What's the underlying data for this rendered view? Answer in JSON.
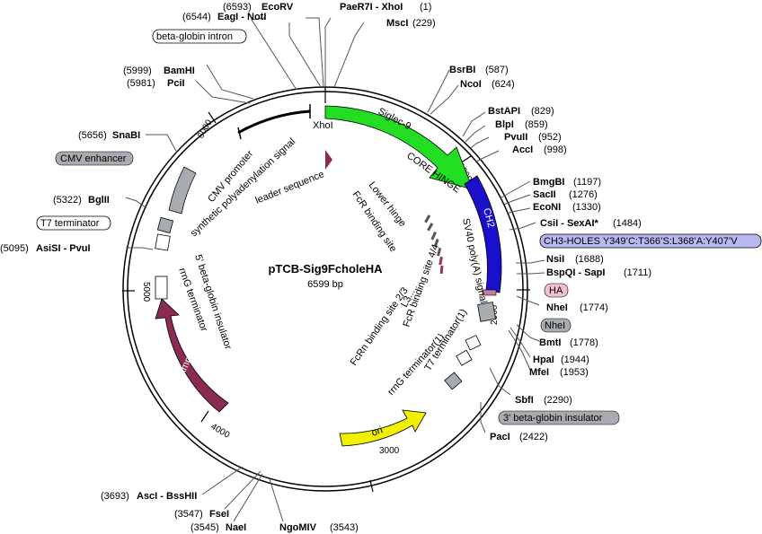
{
  "plasmid": {
    "name": "pTCB-Sig9FcholeHA",
    "size": "6599 bp"
  },
  "sites": {
    "ecorv": {
      "pos": "(6593)",
      "name": "EcoRV"
    },
    "paer7i": {
      "name": "PaeR7I - XhoI",
      "pos": "(1)"
    },
    "mscI": {
      "name": "MscI",
      "pos": "(229)"
    },
    "eagI": {
      "pos": "(6544)",
      "name": "EagI - NotI"
    },
    "bamhi": {
      "pos": "(5999)",
      "name": "BamHI"
    },
    "pcii": {
      "pos": "(5981)",
      "name": "PciI"
    },
    "snabi": {
      "pos": "(5656)",
      "name": "SnaBI"
    },
    "bglii": {
      "pos": "(5322)",
      "name": "BglII"
    },
    "asisi": {
      "pos": "(5095)",
      "name": "AsiSI - PvuI"
    },
    "bsrbi": {
      "name": "BsrBI",
      "pos": "(587)"
    },
    "ncoi": {
      "name": "NcoI",
      "pos": "(624)"
    },
    "bstapi": {
      "name": "BstAPI",
      "pos": "(829)"
    },
    "blpi": {
      "name": "BlpI",
      "pos": "(859)"
    },
    "pvuii": {
      "name": "PvuII",
      "pos": "(952)"
    },
    "acci": {
      "name": "AccI",
      "pos": "(998)"
    },
    "bmgbi": {
      "name": "BmgBI",
      "pos": "(1197)"
    },
    "sacii": {
      "name": "SacII",
      "pos": "(1276)"
    },
    "econi": {
      "name": "EcoNI",
      "pos": "(1330)"
    },
    "csii": {
      "name": "CsiI - SexAI*",
      "pos": "(1484)"
    },
    "nsii": {
      "name": "NsiI",
      "pos": "(1688)"
    },
    "bspqi": {
      "name": "BspQI - SapI",
      "pos": "(1711)"
    },
    "nhei": {
      "name": "NheI",
      "pos": "(1774)"
    },
    "bmti": {
      "name": "BmtI",
      "pos": "(1778)"
    },
    "hpai": {
      "name": "HpaI",
      "pos": "(1944)"
    },
    "mfei": {
      "name": "MfeI",
      "pos": "(1953)"
    },
    "sbfi": {
      "name": "SbfI",
      "pos": "(2290)"
    },
    "paci": {
      "name": "PacI",
      "pos": "(2422)"
    },
    "asci": {
      "pos": "(3693)",
      "name": "AscI - BssHII"
    },
    "fsei": {
      "pos": "(3547)",
      "name": "FseI"
    },
    "naei": {
      "pos": "(3545)",
      "name": "NaeI"
    },
    "ngomiv": {
      "name": "NgoMIV",
      "pos": "(3543)"
    }
  },
  "boxed": {
    "beta_globin_intron": "beta-globin intron",
    "cmv_enhancer": "CMV enhancer",
    "t7_terminator": "T7 terminator",
    "ch3_holes": "CH3-HOLES Y349’C:T366’S:L368’A:Y407’V",
    "ha": "HA",
    "nhei_box": "NheI",
    "beta_globin_insulator_3": "3' beta-globin insulator"
  },
  "features": {
    "siglec9": "Siglec-9",
    "ch2": "CH2",
    "ampr": "AmpR",
    "ori": "ori",
    "xhoi": "XhoI",
    "core_hinge": "CORE HINGE",
    "cmv_promoter": "CMV promoter",
    "synthetic_polya": "synthetic polyadenylation signal",
    "leader_sequence": "leader sequence",
    "lower_hinge": "Lower hinge",
    "fcr_binding_site": "FcR binding site",
    "sv40_polya": "SV40 poly(A) signal",
    "fcr_binding_34": "FcR binding site 4/4",
    "fcrn_binding": "FcRn binding site 2/3",
    "l3": "L3...",
    "t7_terminator1": "T7 terminator(1)",
    "rrng_terminator1": "rrnG terminator(1)",
    "beta_globin_insulator_5": "5' beta-globin insulator",
    "rrng_terminator": "rrnG terminator"
  },
  "ticks": {
    "t1000": "1000",
    "t2000": "2000",
    "t3000": "3000",
    "t4000": "4000",
    "t5000": "5000",
    "t6000": "6000"
  },
  "colors": {
    "siglec9": "#22dd22",
    "ch2": "#1a10cc",
    "ampr": "#8b2a52",
    "ori": "#f0f000",
    "gray": "#a8acb0",
    "ch3_box": "#b8b8f0",
    "ha_box": "#f0c0d0",
    "leader": "#8b2a52"
  }
}
